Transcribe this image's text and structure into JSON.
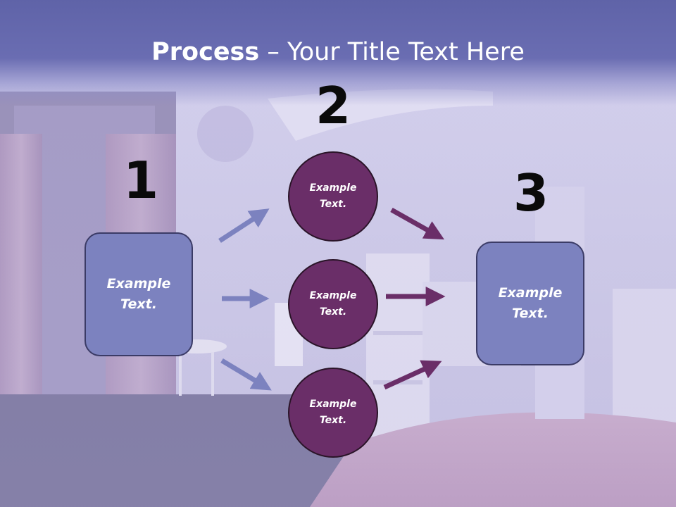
{
  "slide": {
    "title_bold": "Process",
    "title_rest": " – Your Title Text Here",
    "steps": {
      "one": "1",
      "two": "2",
      "three": "3"
    },
    "left_box": "Example Text.",
    "right_box": "Example Text.",
    "circles": [
      "Example Text.",
      "Example Text.",
      "Example Text."
    ]
  },
  "colors": {
    "title_band": "#6a6db2",
    "box_fill": "#7c82bf",
    "circle_fill": "#6a2e68",
    "arrow_light": "#7c82bf",
    "arrow_dark": "#6a2e68",
    "number_text": "#0a0a0a"
  }
}
